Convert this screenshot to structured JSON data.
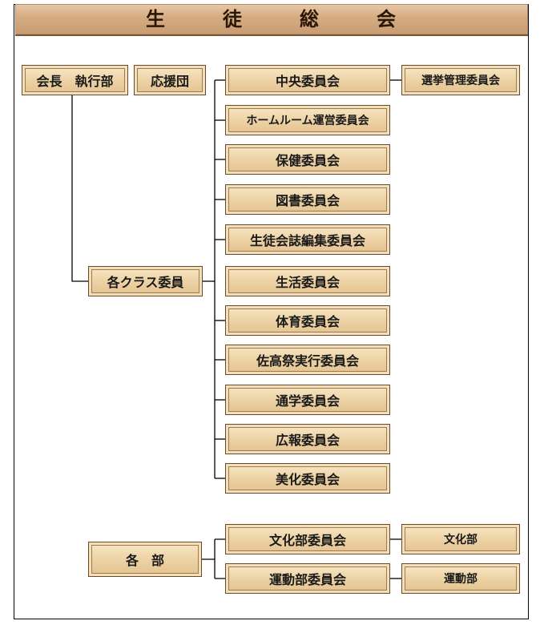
{
  "title": "生　徒　総　会",
  "top_left": {
    "president": "会長　執行部",
    "cheer": "応援団"
  },
  "class_committee": "各クラス委員",
  "committees": [
    "中央委員会",
    "ホームルーム運営委員会",
    "保健委員会",
    "図書委員会",
    "生徒会誌編集委員会",
    "生活委員会",
    "体育委員会",
    "佐高祭実行委員会",
    "通学委員会",
    "広報委員会",
    "美化委員会"
  ],
  "election_committee": "選挙管理委員会",
  "clubs": {
    "label": "各　部",
    "culture_committee": "文化部委員会",
    "sports_committee": "運動部委員会",
    "culture": "文化部",
    "sports": "運動部"
  },
  "colors": {
    "box_fill": "#edd3a6",
    "title_bar": "#d4ab82",
    "line": "#000000"
  }
}
